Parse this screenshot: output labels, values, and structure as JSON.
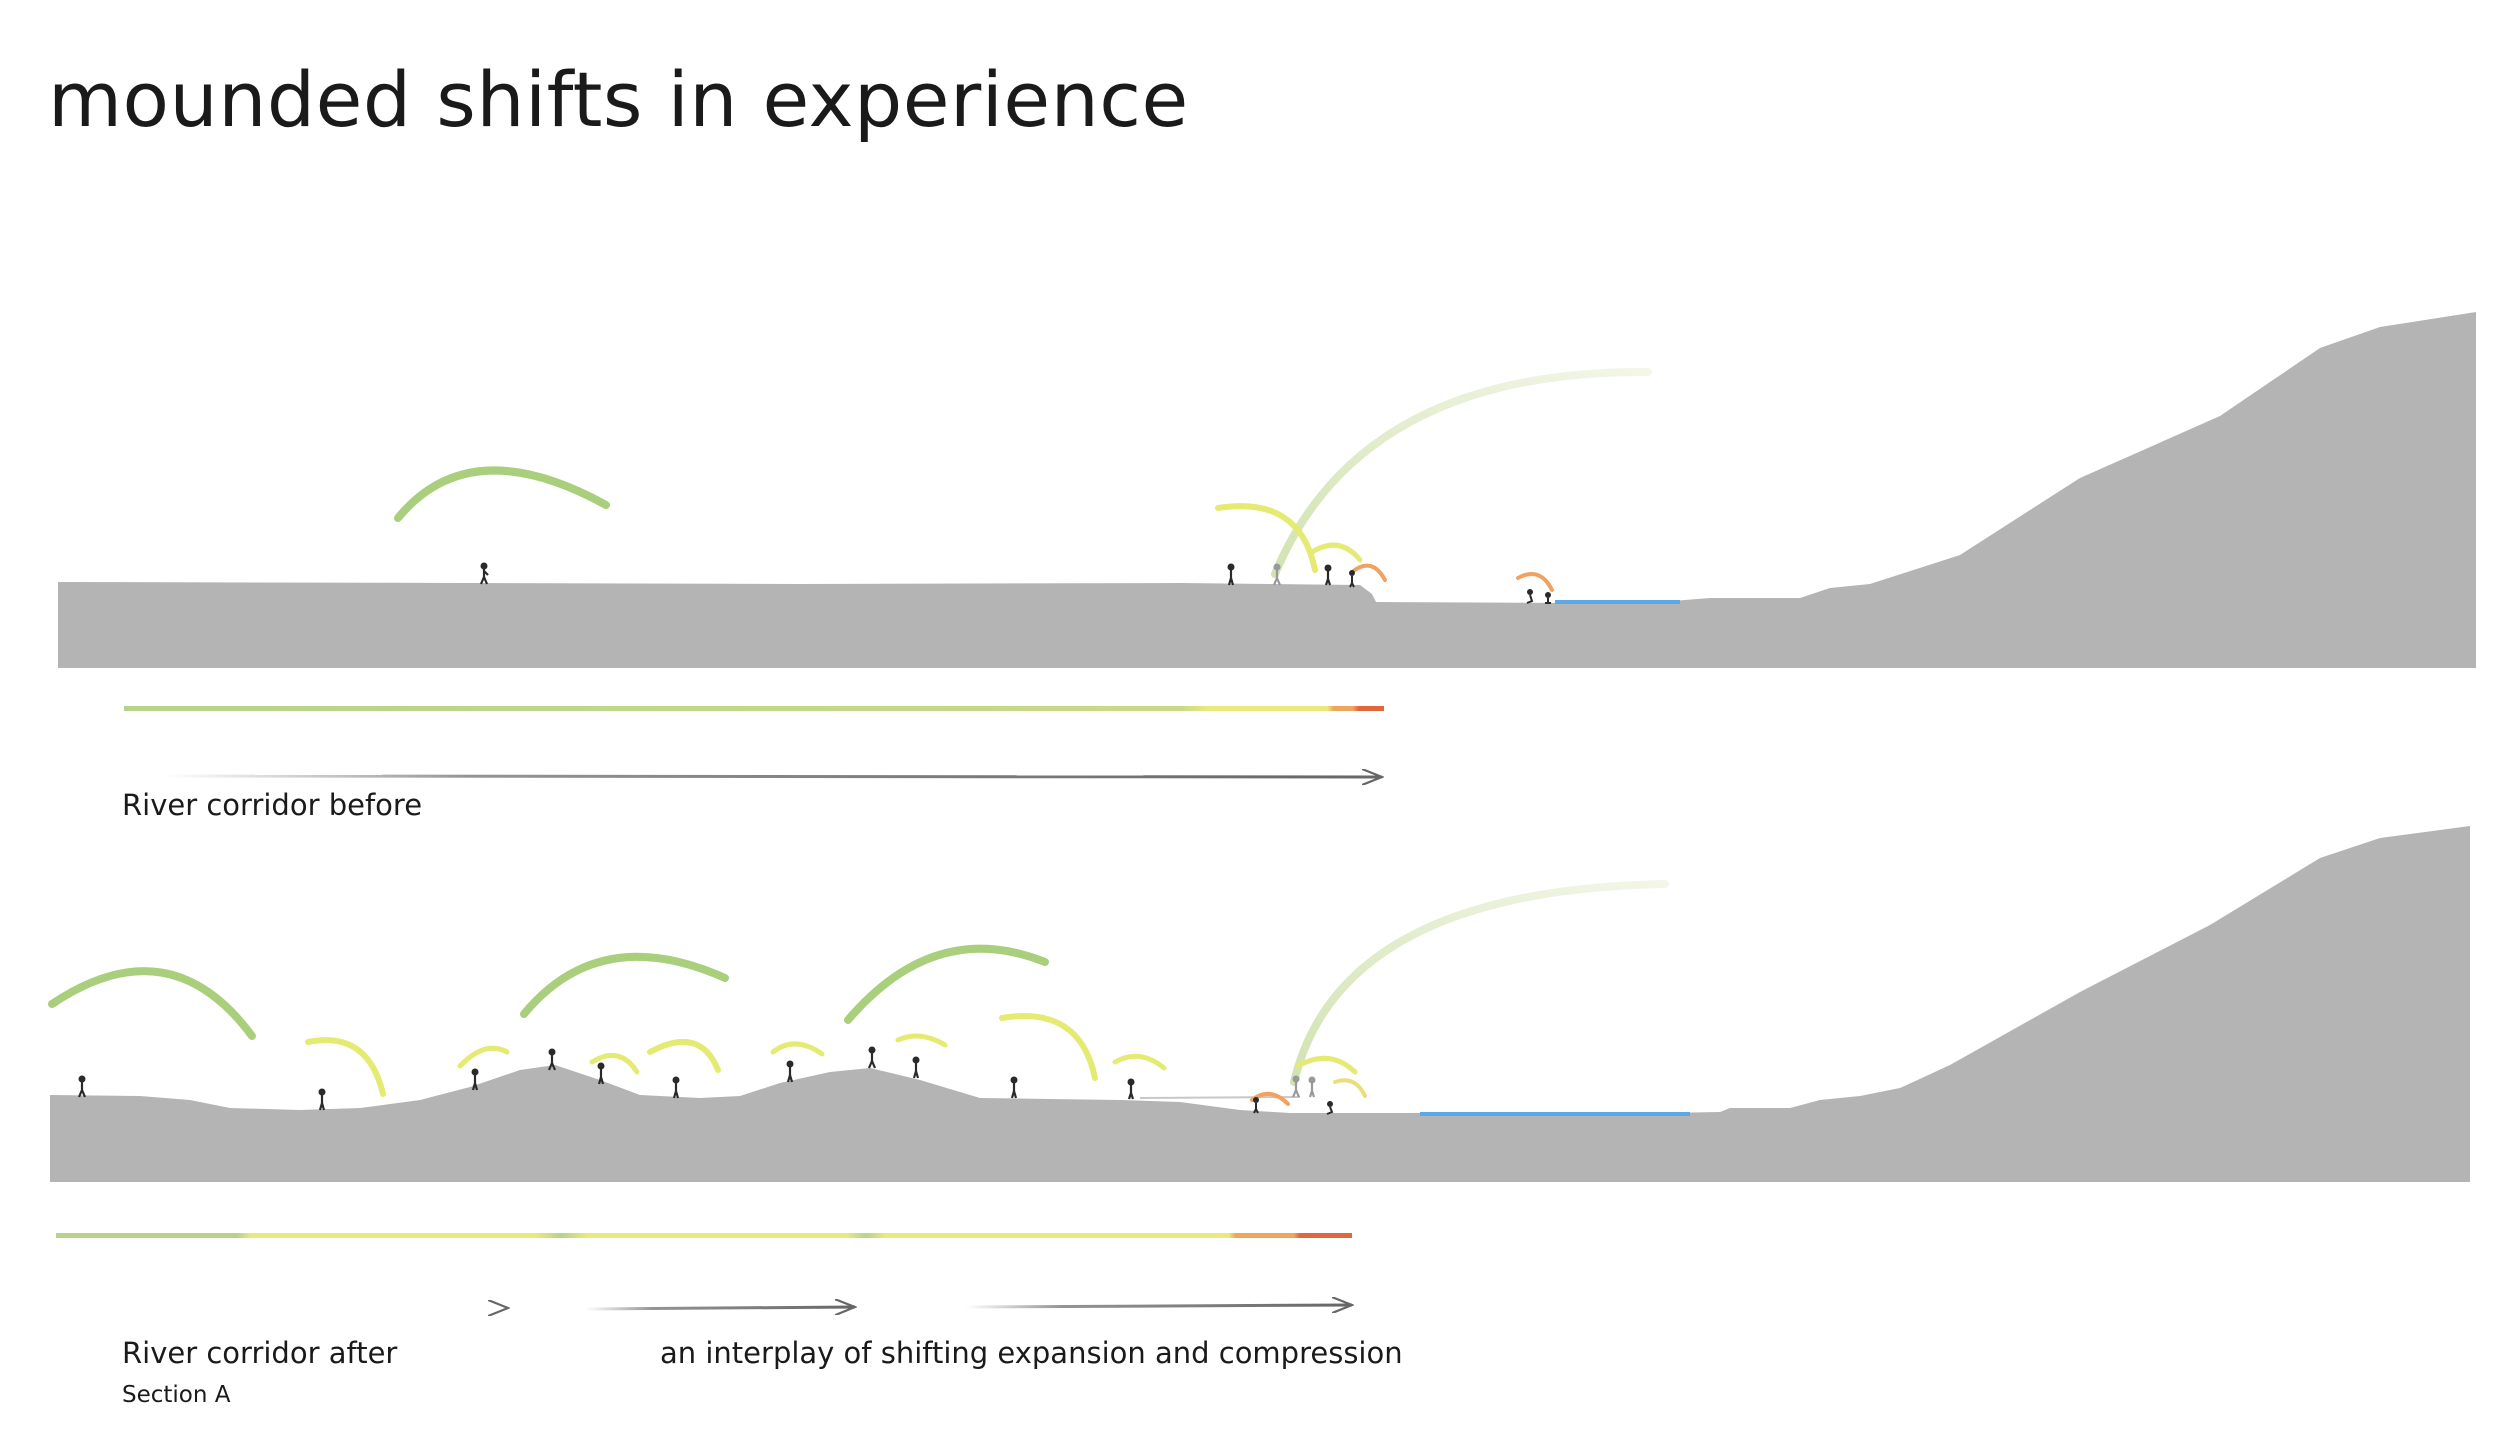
{
  "title": "mounded shifts in experience",
  "before": {
    "label": "River corridor before"
  },
  "after": {
    "label": "River corridor after",
    "section": "Section A",
    "note": "an interplay of shifting expansion and compression"
  },
  "colors": {
    "ground": "#b4b4b4",
    "water": "#5aa9e6",
    "canopy_green": "#a9cf7d",
    "canopy_yellow": "#e4ea72",
    "canopy_orange": "#f0a262",
    "canopy_pale": "#dfe9c9",
    "bar_green": "#b8d28c",
    "bar_yellow": "#eae97e",
    "bar_orange": "#f0a55e",
    "bar_red": "#e0663e",
    "arrow": "#666666",
    "person": "#2a2a2a",
    "person_faded": "#999999"
  }
}
